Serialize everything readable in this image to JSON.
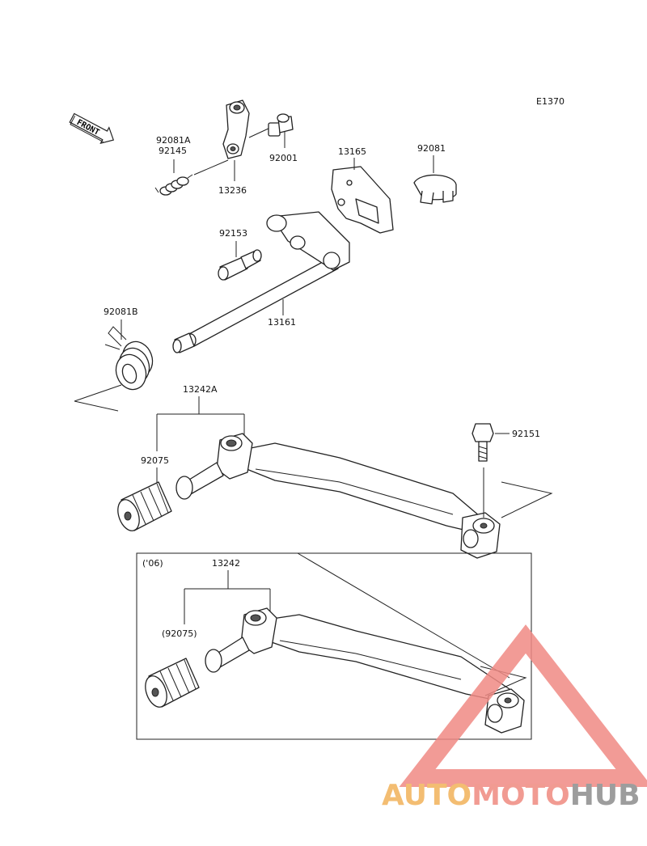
{
  "diagram_code": "E1370",
  "front_label": "FRONT",
  "inset_note": "('06)",
  "parts": {
    "p92081A": "92081A",
    "p92145": "92145",
    "p13236": "13236",
    "p92001": "92001",
    "p13165": "13165",
    "p92081": "92081",
    "p92153": "92153",
    "p13161": "13161",
    "p92081B": "92081B",
    "p13242A": "13242A",
    "p92151": "92151",
    "p92075": "92075",
    "p13242": "13242",
    "p92075paren": "(92075)"
  },
  "watermark": {
    "auto": "AUTO",
    "moto": "MOTO",
    "hub": "HUB",
    "colors": {
      "auto": "#f2b25a",
      "moto": "#ef8a80",
      "hub": "#8c8c8c",
      "triangle": "#f08a84"
    }
  }
}
